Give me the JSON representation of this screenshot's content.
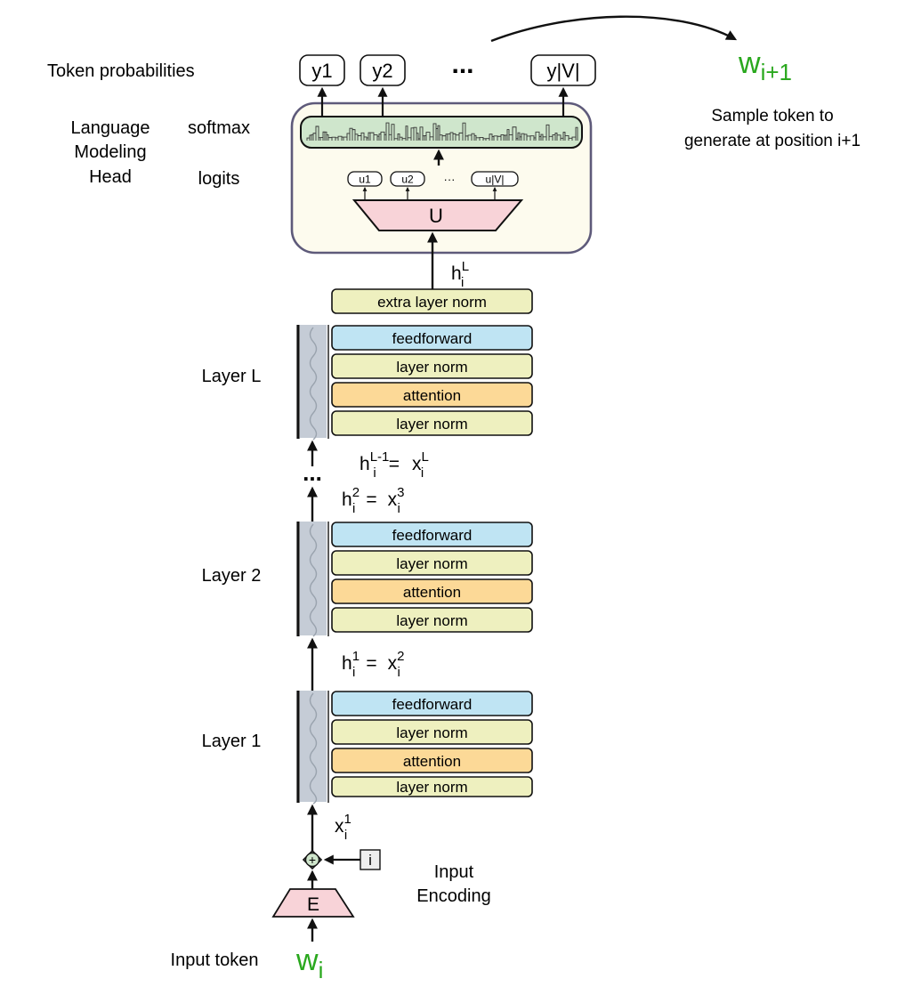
{
  "labels": {
    "token_probabilities": "Token probabilities",
    "lm_head_line1": "Language",
    "lm_head_line2": "Modeling",
    "lm_head_line3": "Head",
    "softmax": "softmax",
    "logits": "logits",
    "sample_line1": "Sample token to",
    "sample_line2": "generate at position i+1",
    "input_encoding_line1": "Input",
    "input_encoding_line2": "Encoding",
    "input_token": "Input token",
    "ellipsis": "...",
    "small_ellipsis": "···"
  },
  "outputs": [
    "y1",
    "y2",
    "y|V|"
  ],
  "logits": [
    "u1",
    "u2",
    "u|V|"
  ],
  "unembedding": "U",
  "embedding": "E",
  "position_box": "i",
  "plus": "+",
  "output_token": {
    "base": "w",
    "sub": "i+1"
  },
  "input_token": {
    "base": "w",
    "sub": "i"
  },
  "extra_norm": "extra layer norm",
  "layers": [
    {
      "name": "Layer L",
      "blocks": [
        "feedforward",
        "layer norm",
        "attention",
        "layer norm"
      ]
    },
    {
      "name": "Layer 2",
      "blocks": [
        "feedforward",
        "layer norm",
        "attention",
        "layer norm"
      ]
    },
    {
      "name": "Layer 1",
      "blocks": [
        "feedforward",
        "layer norm",
        "attention",
        "layer norm"
      ]
    }
  ],
  "hidden_labels": {
    "hL": {
      "base": "h",
      "sup": "L",
      "sub": "i"
    },
    "hLm1": {
      "left": {
        "base": "h",
        "sup": "L-1",
        "sub": "i"
      },
      "eq": "=",
      "right": {
        "base": "x",
        "sup": "L",
        "sub": "i"
      }
    },
    "h2": {
      "left": {
        "base": "h",
        "sup": "2",
        "sub": "i"
      },
      "eq": "=",
      "right": {
        "base": "x",
        "sup": "3",
        "sub": "i"
      }
    },
    "h1": {
      "left": {
        "base": "h",
        "sup": "1",
        "sub": "i"
      },
      "eq": "=",
      "right": {
        "base": "x",
        "sup": "2",
        "sub": "i"
      }
    },
    "x1": {
      "base": "x",
      "sup": "1",
      "sub": "i"
    }
  },
  "colors": {
    "feedforward": "#bfe4f3",
    "layer_norm": "#eef0bf",
    "attention": "#fcd997",
    "embedding": "#f8d3d8",
    "softmax_bar": "#cfe6cc",
    "head_bg": "#fdfbee",
    "head_border": "#5e5a7a",
    "green_text": "#2aa81e",
    "residual": "#c5ccd6"
  }
}
